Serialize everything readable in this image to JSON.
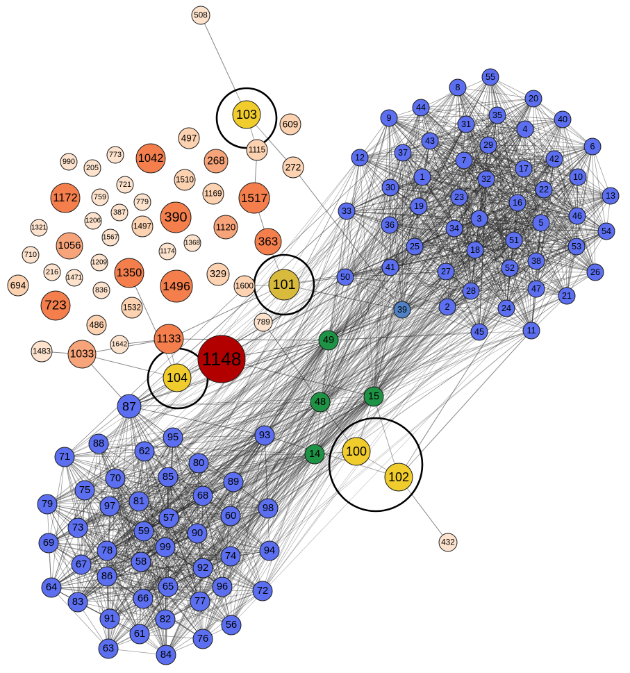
{
  "colors": {
    "blue": "#5b6ff0",
    "steel": "#4f81c4",
    "green": "#1f9345",
    "yellow": "#f0cd2c",
    "olive": "#d8bb3c",
    "red": "#b20000",
    "orange": "#f47f4c",
    "salmon": "#f7a47a",
    "peach": "#fcd2b1",
    "pale": "#fde3cd",
    "edge": "#222222",
    "stroke": "#1a1a1a"
  },
  "nodes": [
    {
      "label": "55",
      "color": "blue"
    },
    {
      "label": "8",
      "color": "blue"
    },
    {
      "label": "20",
      "color": "blue"
    },
    {
      "label": "44",
      "color": "blue"
    },
    {
      "label": "9",
      "color": "blue"
    },
    {
      "label": "31",
      "color": "blue"
    },
    {
      "label": "35",
      "color": "blue"
    },
    {
      "label": "40",
      "color": "blue"
    },
    {
      "label": "4",
      "color": "blue"
    },
    {
      "label": "43",
      "color": "blue"
    },
    {
      "label": "29",
      "color": "blue"
    },
    {
      "label": "37",
      "color": "blue"
    },
    {
      "label": "6",
      "color": "blue"
    },
    {
      "label": "12",
      "color": "blue"
    },
    {
      "label": "7",
      "color": "blue"
    },
    {
      "label": "42",
      "color": "blue"
    },
    {
      "label": "17",
      "color": "blue"
    },
    {
      "label": "10",
      "color": "blue"
    },
    {
      "label": "1",
      "color": "blue"
    },
    {
      "label": "32",
      "color": "blue"
    },
    {
      "label": "30",
      "color": "blue"
    },
    {
      "label": "13",
      "color": "blue"
    },
    {
      "label": "22",
      "color": "blue"
    },
    {
      "label": "23",
      "color": "blue"
    },
    {
      "label": "16",
      "color": "blue"
    },
    {
      "label": "19",
      "color": "blue"
    },
    {
      "label": "33",
      "color": "blue"
    },
    {
      "label": "46",
      "color": "blue"
    },
    {
      "label": "54",
      "color": "blue"
    },
    {
      "label": "3",
      "color": "blue"
    },
    {
      "label": "5",
      "color": "blue"
    },
    {
      "label": "36",
      "color": "blue"
    },
    {
      "label": "34",
      "color": "blue"
    },
    {
      "label": "51",
      "color": "blue"
    },
    {
      "label": "53",
      "color": "blue"
    },
    {
      "label": "25",
      "color": "blue"
    },
    {
      "label": "18",
      "color": "blue"
    },
    {
      "label": "38",
      "color": "blue"
    },
    {
      "label": "26",
      "color": "blue"
    },
    {
      "label": "41",
      "color": "blue"
    },
    {
      "label": "27",
      "color": "blue"
    },
    {
      "label": "52",
      "color": "blue"
    },
    {
      "label": "50",
      "color": "blue"
    },
    {
      "label": "28",
      "color": "blue"
    },
    {
      "label": "47",
      "color": "blue"
    },
    {
      "label": "21",
      "color": "blue"
    },
    {
      "label": "39",
      "color": "steel"
    },
    {
      "label": "2",
      "color": "blue"
    },
    {
      "label": "24",
      "color": "blue"
    },
    {
      "label": "11",
      "color": "blue"
    },
    {
      "label": "45",
      "color": "blue"
    },
    {
      "label": "49",
      "color": "green"
    },
    {
      "label": "15",
      "color": "green"
    },
    {
      "label": "48",
      "color": "green"
    },
    {
      "label": "14",
      "color": "green"
    },
    {
      "label": "100",
      "color": "yellow"
    },
    {
      "label": "102",
      "color": "yellow"
    },
    {
      "label": "103",
      "color": "yellow"
    },
    {
      "label": "104",
      "color": "yellow"
    },
    {
      "label": "101",
      "color": "olive"
    },
    {
      "label": "1148",
      "color": "red"
    },
    {
      "label": "508",
      "color": "pale"
    },
    {
      "label": "432",
      "color": "pale"
    },
    {
      "label": "789",
      "color": "pale"
    },
    {
      "label": "609",
      "color": "peach"
    },
    {
      "label": "1115",
      "color": "peach"
    },
    {
      "label": "272",
      "color": "peach"
    },
    {
      "label": "497",
      "color": "peach"
    },
    {
      "label": "268",
      "color": "salmon"
    },
    {
      "label": "1042",
      "color": "orange"
    },
    {
      "label": "990",
      "color": "pale"
    },
    {
      "label": "773",
      "color": "pale"
    },
    {
      "label": "205",
      "color": "pale"
    },
    {
      "label": "721",
      "color": "pale"
    },
    {
      "label": "1510",
      "color": "peach"
    },
    {
      "label": "1169",
      "color": "peach"
    },
    {
      "label": "1517",
      "color": "orange"
    },
    {
      "label": "1172",
      "color": "orange"
    },
    {
      "label": "759",
      "color": "pale"
    },
    {
      "label": "779",
      "color": "pale"
    },
    {
      "label": "390",
      "color": "orange"
    },
    {
      "label": "387",
      "color": "pale"
    },
    {
      "label": "1206",
      "color": "pale"
    },
    {
      "label": "1321",
      "color": "pale"
    },
    {
      "label": "1497",
      "color": "peach"
    },
    {
      "label": "1120",
      "color": "salmon"
    },
    {
      "label": "1567",
      "color": "pale"
    },
    {
      "label": "1056",
      "color": "salmon"
    },
    {
      "label": "1174",
      "color": "pale"
    },
    {
      "label": "1368",
      "color": "pale"
    },
    {
      "label": "363",
      "color": "orange"
    },
    {
      "label": "710",
      "color": "pale"
    },
    {
      "label": "1209",
      "color": "pale"
    },
    {
      "label": "216",
      "color": "pale"
    },
    {
      "label": "1471",
      "color": "pale"
    },
    {
      "label": "1350",
      "color": "orange"
    },
    {
      "label": "329",
      "color": "peach"
    },
    {
      "label": "694",
      "color": "peach"
    },
    {
      "label": "1496",
      "color": "orange"
    },
    {
      "label": "1600",
      "color": "peach"
    },
    {
      "label": "723",
      "color": "orange"
    },
    {
      "label": "836",
      "color": "pale"
    },
    {
      "label": "1532",
      "color": "peach"
    },
    {
      "label": "486",
      "color": "peach"
    },
    {
      "label": "1133",
      "color": "orange"
    },
    {
      "label": "1642",
      "color": "pale"
    },
    {
      "label": "1483",
      "color": "pale"
    },
    {
      "label": "1033",
      "color": "salmon"
    },
    {
      "label": "87",
      "color": "blue"
    },
    {
      "label": "88",
      "color": "blue"
    },
    {
      "label": "95",
      "color": "blue"
    },
    {
      "label": "93",
      "color": "blue"
    },
    {
      "label": "62",
      "color": "blue"
    },
    {
      "label": "71",
      "color": "blue"
    },
    {
      "label": "80",
      "color": "blue"
    },
    {
      "label": "70",
      "color": "blue"
    },
    {
      "label": "85",
      "color": "blue"
    },
    {
      "label": "75",
      "color": "blue"
    },
    {
      "label": "89",
      "color": "blue"
    },
    {
      "label": "81",
      "color": "blue"
    },
    {
      "label": "68",
      "color": "blue"
    },
    {
      "label": "97",
      "color": "blue"
    },
    {
      "label": "79",
      "color": "blue"
    },
    {
      "label": "98",
      "color": "blue"
    },
    {
      "label": "60",
      "color": "blue"
    },
    {
      "label": "57",
      "color": "blue"
    },
    {
      "label": "73",
      "color": "blue"
    },
    {
      "label": "59",
      "color": "blue"
    },
    {
      "label": "90",
      "color": "blue"
    },
    {
      "label": "69",
      "color": "blue"
    },
    {
      "label": "99",
      "color": "blue"
    },
    {
      "label": "78",
      "color": "blue"
    },
    {
      "label": "94",
      "color": "blue"
    },
    {
      "label": "74",
      "color": "blue"
    },
    {
      "label": "67",
      "color": "blue"
    },
    {
      "label": "58",
      "color": "blue"
    },
    {
      "label": "92",
      "color": "blue"
    },
    {
      "label": "86",
      "color": "blue"
    },
    {
      "label": "96",
      "color": "blue"
    },
    {
      "label": "65",
      "color": "blue"
    },
    {
      "label": "64",
      "color": "blue"
    },
    {
      "label": "72",
      "color": "blue"
    },
    {
      "label": "66",
      "color": "blue"
    },
    {
      "label": "77",
      "color": "blue"
    },
    {
      "label": "83",
      "color": "blue"
    },
    {
      "label": "91",
      "color": "blue"
    },
    {
      "label": "82",
      "color": "blue"
    },
    {
      "label": "56",
      "color": "blue"
    },
    {
      "label": "61",
      "color": "blue"
    },
    {
      "label": "76",
      "color": "blue"
    },
    {
      "label": "63",
      "color": "blue"
    },
    {
      "label": "84",
      "color": "blue"
    }
  ],
  "edges": [
    [
      "508",
      "103"
    ],
    [
      "103",
      "1115"
    ],
    [
      "103",
      "272"
    ],
    [
      "1115",
      "1517"
    ],
    [
      "1517",
      "363"
    ],
    [
      "363",
      "101"
    ],
    [
      "101",
      "50"
    ],
    [
      "101",
      "1600"
    ],
    [
      "101",
      "41"
    ],
    [
      "101",
      "39"
    ],
    [
      "272",
      "39"
    ],
    [
      "789",
      "48"
    ],
    [
      "104",
      "1133"
    ],
    [
      "104",
      "1148"
    ],
    [
      "104",
      "87"
    ],
    [
      "104",
      "1033"
    ],
    [
      "104",
      "1350"
    ],
    [
      "104",
      "50"
    ],
    [
      "1133",
      "1642"
    ],
    [
      "1133",
      "1033"
    ],
    [
      "1133",
      "101"
    ],
    [
      "1133",
      "49"
    ],
    [
      "1033",
      "1483"
    ],
    [
      "1033",
      "87"
    ],
    [
      "1148",
      "49"
    ],
    [
      "1148",
      "15"
    ],
    [
      "100",
      "102"
    ],
    [
      "102",
      "432"
    ],
    [
      "100",
      "15"
    ],
    [
      "100",
      "14"
    ],
    [
      "102",
      "15"
    ],
    [
      "102",
      "11"
    ],
    [
      "102",
      "24"
    ],
    [
      "100",
      "48"
    ],
    [
      "102",
      "93"
    ],
    [
      "100",
      "98"
    ],
    [
      "87",
      "33"
    ],
    [
      "87",
      "50"
    ],
    [
      "87",
      "49"
    ],
    [
      "87",
      "41"
    ],
    [
      "87",
      "39"
    ],
    [
      "87",
      "93"
    ]
  ],
  "highlight_rings": [
    {
      "around": "103"
    },
    {
      "around": "101"
    },
    {
      "around": "104"
    },
    {
      "around": "100"
    }
  ]
}
